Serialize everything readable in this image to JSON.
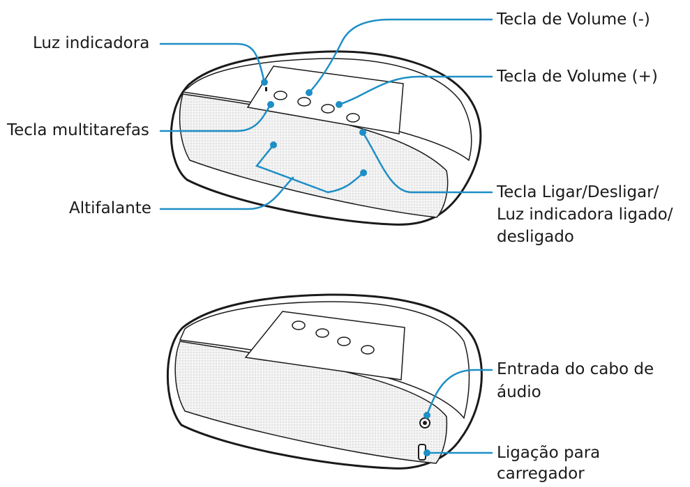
{
  "labels": {
    "indicator_light": "Luz indicadora",
    "multitask_key": "Tecla multitarefas",
    "speaker": "Altifalante",
    "volume_down": "Tecla de Volume (-)",
    "volume_up": "Tecla de Volume (+)",
    "power_line1": "Tecla Ligar/Desligar/",
    "power_line2": "Luz indicadora ligado/",
    "power_line3": "desligado",
    "audio_line1": "Entrada do cabo de",
    "audio_line2": "áudio",
    "charger_line1": "Ligação para",
    "charger_line2": "carregador"
  },
  "colors": {
    "callout": "#1d8ec6",
    "outline": "#1a1a1a",
    "grille": "#ececec"
  }
}
